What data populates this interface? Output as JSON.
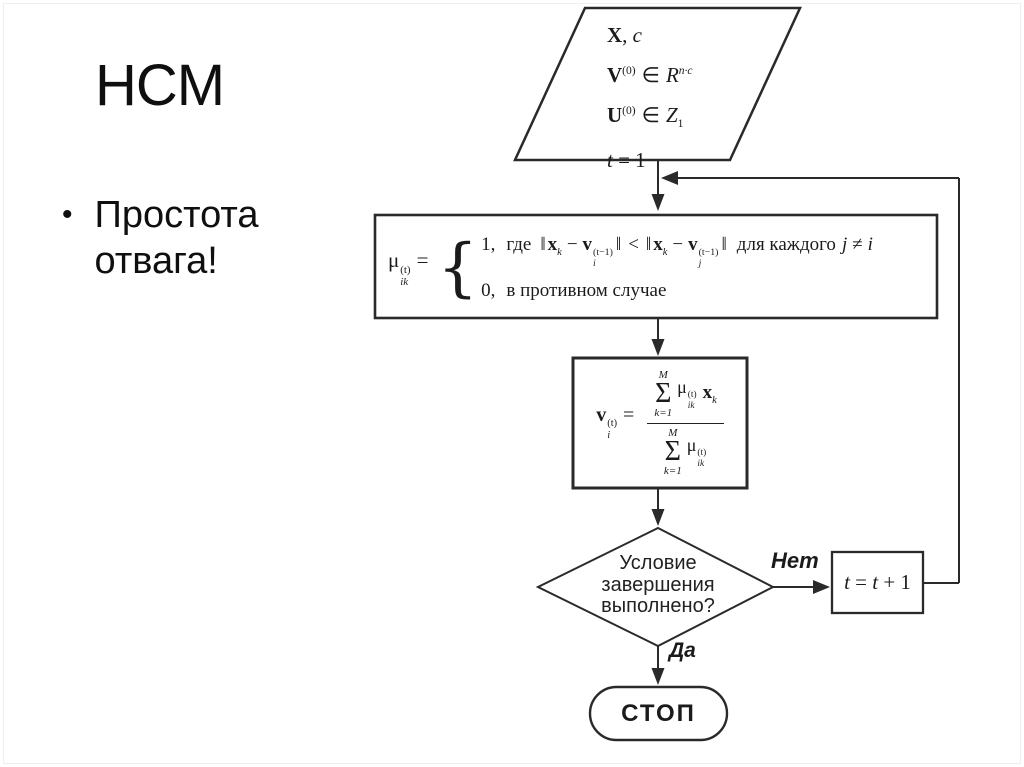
{
  "slide": {
    "title": "HCM",
    "bullet": {
      "marker": "•",
      "text_line1": "Простота",
      "text_line2": "отвага!"
    }
  },
  "flowchart": {
    "colors": {
      "line": "#2a2a2a",
      "text": "#1b1b1b",
      "background": "#ffffff"
    },
    "init": {
      "x": "X",
      "x_rest": ", ",
      "c": "c",
      "v": "V",
      "v_sup": "(0)",
      "elem1": "∈",
      "r": "R",
      "r_sup": "n·c",
      "u": "U",
      "u_sup": "(0)",
      "elem2": "∈",
      "z": "Z",
      "z_sub": "1",
      "t": "t",
      "t_rest": " = 1"
    },
    "membership": {
      "mu": "μ",
      "mu_sup": "(t)",
      "mu_sub": "ik",
      "eq": "=",
      "brace": "{",
      "case1": {
        "val": "1,",
        "where": "где",
        "bar1": "‖",
        "x1": "x",
        "x1_sub": "k",
        "minus1": "−",
        "v1": "v",
        "v1_sup": "(t−1)",
        "v1_sub": "i",
        "bar2": "‖",
        "less": "<",
        "bar3": "‖",
        "x2": "x",
        "x2_sub": "k",
        "minus2": "−",
        "v2": "v",
        "v2_sup": "(t−1)",
        "v2_sub": "j",
        "bar4": "‖",
        "foreach": "для каждого",
        "j": "j",
        "neq": "≠",
        "i": "i"
      },
      "case2": {
        "val": "0,",
        "text": "в противном случае"
      }
    },
    "centroid": {
      "v": "v",
      "v_sup": "(t)",
      "v_sub": "i",
      "eq": "=",
      "num": {
        "lim_top": "M",
        "sigma": "Σ",
        "lim_bot": "k=1",
        "mu": "μ",
        "mu_sup": "(t)",
        "mu_sub": "ik",
        "x": "x",
        "x_sub": "k"
      },
      "den": {
        "lim_top": "M",
        "sigma": "Σ",
        "lim_bot": "k=1",
        "mu": "μ",
        "mu_sup": "(t)",
        "mu_sub": "ik"
      }
    },
    "decision": {
      "line1": "Условие",
      "line2": "завершения",
      "line3": "выполнено?"
    },
    "branch_no": "Нет",
    "branch_yes": "Да",
    "increment": {
      "t1": "t",
      "eq": " = ",
      "t2": "t",
      "plus": " + 1"
    },
    "stop": "СТОП"
  }
}
